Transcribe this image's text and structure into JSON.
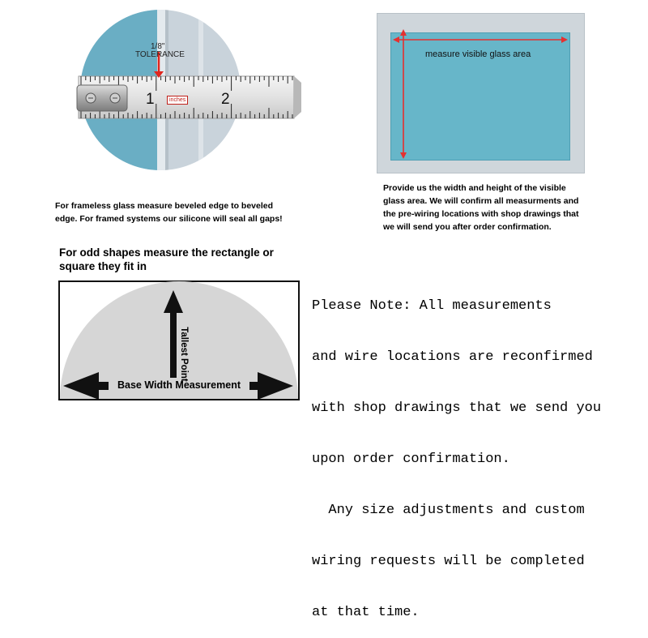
{
  "tape_figure": {
    "tolerance_fraction": "1/8\"",
    "tolerance_label": "TOLERANCE",
    "tape_numbers": [
      "1",
      "2"
    ],
    "units_label": "inches"
  },
  "frameless_caption": {
    "line1": "For frameless glass measure beveled edge to beveled",
    "line2": "edge. For framed systems our silicone will seal all gaps!"
  },
  "glass_figure": {
    "label": "measure visible glass area",
    "frame_color": "#cfd6db",
    "glass_color": "#67b6c9",
    "arrow_color": "#e53030"
  },
  "visible_area_caption": {
    "line1": "Provide us the width and height of the visible",
    "line2": "glass area. We will confirm all measurments and",
    "line3": "the pre-wiring locations with shop drawings that",
    "line4": "we will send you after order confirmation."
  },
  "odd_shapes": {
    "line1": "For odd shapes measure the rectangle or",
    "line2": "square they fit in",
    "height_label": "Tallest Point",
    "width_label": "Base Width Measurement"
  },
  "note": {
    "line1": "Please Note: All measurements",
    "line2": "and wire locations are reconfirmed",
    "line3": "with shop drawings that we send you",
    "line4": "upon order confirmation.",
    "line5": "  Any size adjustments and custom",
    "line6": "wiring requests will be completed",
    "line7": "at that time."
  }
}
